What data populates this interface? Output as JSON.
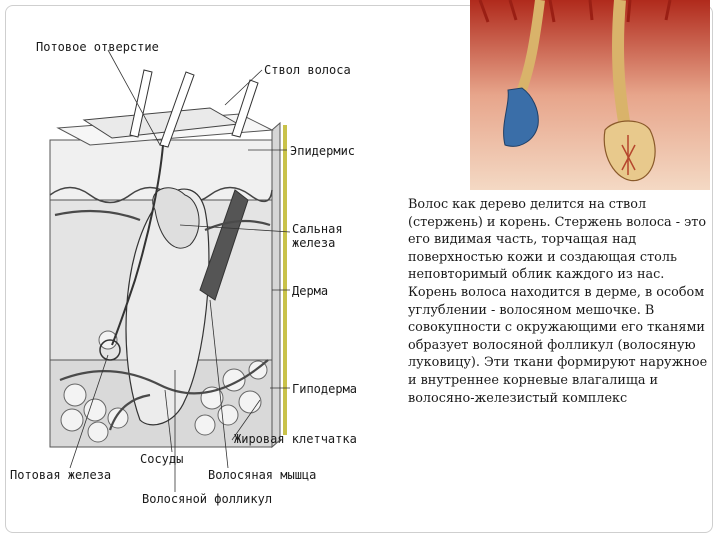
{
  "labels": {
    "sweat_pore": "Потовое отверстие",
    "hair_shaft": "Ствол волоса",
    "epidermis": "Эпидермис",
    "sebaceous_gland": "Сальная\nжелеза",
    "dermis": "Дерма",
    "hypodermis": "Гиподерма",
    "fat_tissue": "Жировая клетчатка",
    "vessels": "Сосуды",
    "sweat_gland": "Потовая железа",
    "hair_muscle": "Волосяная мышца",
    "hair_follicle": "Волосяной фолликул"
  },
  "description": "Волос как дерево делится на ствол (стержень) и корень. Стержень волоса - это его видимая часть, торчащая над поверхностью кожи и создающая столь неповторимый облик каждого из нас. Корень волоса находится в дерме, в особом углублении - волосяном мешочке. В совокупности с окружающими его тканями образует волосяной фолликул (волосяную луковицу). Эти ткани формируют наружное и внутреннее корневые влагалища и волосяно-железистый комплекс"
}
